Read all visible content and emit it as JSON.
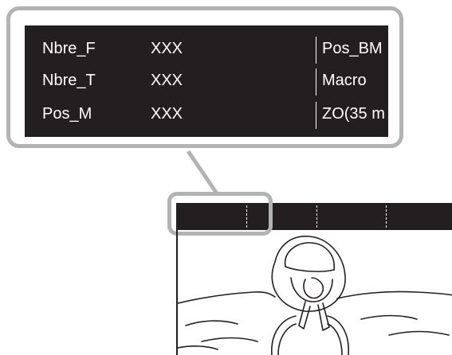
{
  "info_panel": {
    "rows": [
      {
        "label": "Nbre_F",
        "value": "XXX",
        "right": "Pos_BM"
      },
      {
        "label": "Nbre_T",
        "value": "XXX",
        "right": "Macro"
      },
      {
        "label": "Pos_M",
        "value": "XXX",
        "right": "ZO(35 m"
      }
    ]
  },
  "colors": {
    "panel_background": "#231f20",
    "panel_text": "#ffffff",
    "callout_border": "#b3b3b3"
  }
}
